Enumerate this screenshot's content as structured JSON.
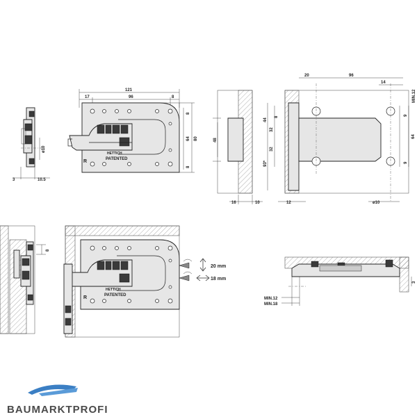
{
  "dimensions": {
    "top_left": {
      "thickness": "3",
      "offset": "10.5",
      "dia": "ø10"
    },
    "front": {
      "width": "121",
      "spacing_a": "17",
      "spacing_b": "96",
      "spacing_c": "8",
      "height_a": "8",
      "height_b": "64",
      "height_c": "80",
      "height_d": "8",
      "stamp": "PATENTED",
      "side_mark": "R"
    },
    "section": {
      "h48": "48",
      "w16": "16",
      "w10": "10"
    },
    "mount": {
      "top20": "20",
      "top96": "96",
      "right14": "14",
      "min12": "MIN.12",
      "l44": "44",
      "l8": "8",
      "l32a": "32",
      "l32b": "32",
      "l93": "93*",
      "r9a": "9",
      "r64": "64",
      "r9b": "9",
      "b12": "12",
      "b_dia": "ø10"
    },
    "installed": {
      "gap8": "8",
      "adjust_v": "20 mm",
      "adjust_h": "18 mm"
    },
    "drawer": {
      "min12": "MIN.12",
      "min18": "MIN.18",
      "h3": "3"
    }
  },
  "logo": {
    "text": "BAUMARKTPROFI",
    "brand_color": "#3b7fc4"
  }
}
